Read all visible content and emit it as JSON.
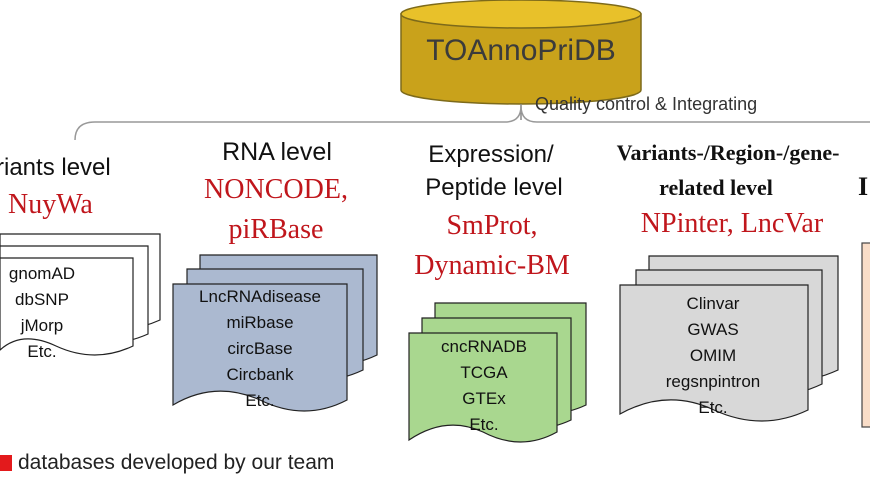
{
  "database": {
    "label": "TOAnnoPriDB"
  },
  "process_label": "Quality control & Integrating",
  "columns": [
    {
      "title": [
        "riants level"
      ],
      "ours": [
        "NuyWa"
      ],
      "databases": [
        "gnomAD",
        "dbSNP",
        "jMorp",
        "Etc."
      ],
      "color": "#ffffff"
    },
    {
      "title": [
        "RNA level"
      ],
      "ours": [
        "NONCODE,",
        "piRBase"
      ],
      "databases": [
        "LncRNAdisease",
        "miRbase",
        "circBase",
        "Circbank",
        "Etc."
      ],
      "color": "#abb9d0"
    },
    {
      "title": [
        "Expression/",
        "Peptide level"
      ],
      "ours": [
        "SmProt,",
        "Dynamic-BM"
      ],
      "databases": [
        "cncRNADB",
        "TCGA",
        "GTEx",
        "Etc."
      ],
      "color": "#a9d78f"
    },
    {
      "title": [
        "Variants-/Region-/gene-",
        "related level"
      ],
      "ours": [
        "NPinter, LncVar"
      ],
      "databases": [
        "Clinvar",
        "GWAS",
        "OMIM",
        "regsnpintron",
        "Etc."
      ],
      "color": "#d8d8d8"
    },
    {
      "title": [
        "I"
      ],
      "ours": [],
      "databases": [],
      "color": "#f9ddc8"
    }
  ],
  "legend": {
    "color": "#e31a1c",
    "label": "databases developed by our team"
  }
}
